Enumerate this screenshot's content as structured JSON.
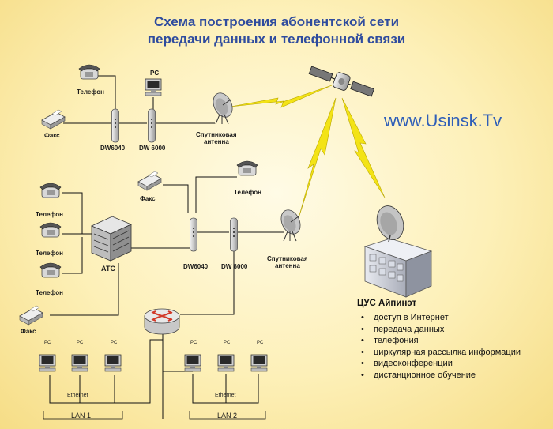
{
  "title": {
    "line1": "Схема построения абонентской сети",
    "line2": "передачи данных и телефонной связи"
  },
  "watermark": "www.Usinsk.Tv",
  "labels": {
    "phone": "Телефон",
    "fax": "Факс",
    "pc": "PC",
    "dw6040": "DW6040",
    "dw6000": "DW 6000",
    "sat_antenna_1": "Спутниковая",
    "sat_antenna_2": "антенна",
    "ats": "АТС",
    "ethernet": "Ethernet",
    "lan1": "LAN 1",
    "lan2": "LAN 2"
  },
  "hub": {
    "title": "ЦУС Айпинэт",
    "services": [
      "доступ в Интернет",
      "передача данных",
      "телефония",
      "циркулярная рассылка информации",
      "видеоконференции",
      "дистанционное обучение"
    ]
  },
  "icons": {
    "phone": "phone-icon",
    "fax": "fax-icon",
    "pc": "pc-icon",
    "modem": "modem-icon",
    "dish": "satellite-dish-icon",
    "satellite": "satellite-icon",
    "router": "router-icon",
    "pbx": "pbx-icon",
    "building": "hub-building-icon"
  },
  "colors": {
    "title": "#2f4c9e",
    "watermark": "#2f5fb8",
    "lightning": "#f0e11a"
  }
}
